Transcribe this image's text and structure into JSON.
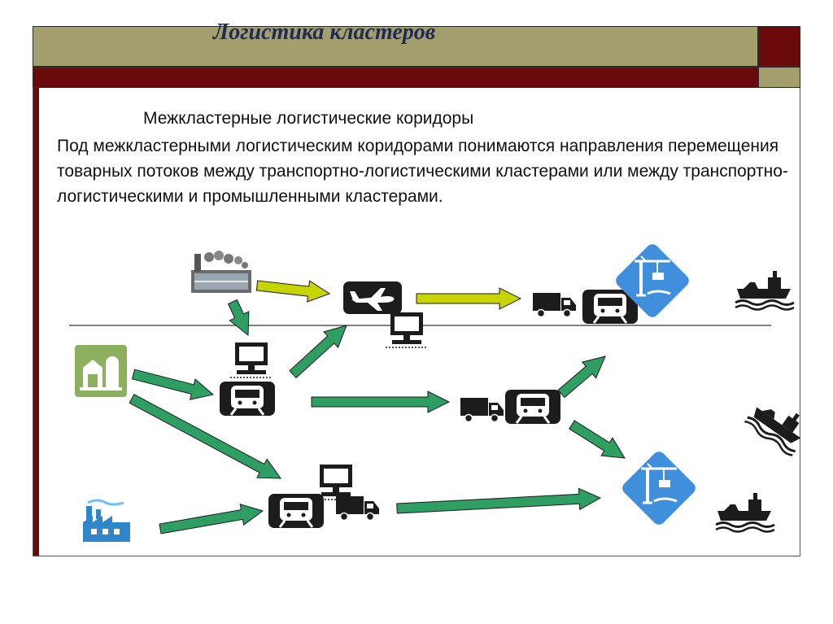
{
  "slide": {
    "title": "Логистика кластеров",
    "subtitle": "Межкластерные логистические коридоры",
    "body": "Под межкластерными логистическим коридорами понимаются направления перемещения товарных потоков между транспортно-логистическими кластерами или между транспортно-логистическими и промышленными кластерами."
  },
  "colors": {
    "title_bar": "#a39e6e",
    "accent_red": "#6b0a0a",
    "title_text": "#1f2b55",
    "arrow_green": "#2e9e63",
    "arrow_yellow": "#c8d400",
    "port_blue": "#3f8fdc",
    "farm_green": "#8cb05e",
    "factory_blue": "#2f86c8"
  },
  "diagram": {
    "nodes": [
      {
        "id": "factory-top",
        "icon": "industrial-plant-icon"
      },
      {
        "id": "farm",
        "icon": "farm-icon"
      },
      {
        "id": "factory-bottom",
        "icon": "factory-icon"
      },
      {
        "id": "air-hub",
        "icon": "airplane-icon"
      },
      {
        "id": "rail-hub-left",
        "icon": "train-icon"
      },
      {
        "id": "rail-hub-bottom",
        "icon": "train-icon"
      },
      {
        "id": "truck-rail-top",
        "icon": "truck-train-icon"
      },
      {
        "id": "truck-rail-middle",
        "icon": "truck-train-icon"
      },
      {
        "id": "port-top",
        "icon": "port-crane-icon"
      },
      {
        "id": "port-bottom",
        "icon": "port-crane-icon"
      },
      {
        "id": "ship-top",
        "icon": "ship-icon"
      },
      {
        "id": "ship-middle",
        "icon": "ship-icon"
      },
      {
        "id": "ship-bottom",
        "icon": "ship-icon"
      }
    ],
    "flows": [
      {
        "from": "factory-top",
        "to": "air-hub",
        "color": "yellow"
      },
      {
        "from": "air-hub",
        "to": "truck-rail-top",
        "color": "yellow"
      },
      {
        "from": "factory-top",
        "to": "rail-hub-left",
        "color": "green"
      },
      {
        "from": "farm",
        "to": "rail-hub-left",
        "color": "green"
      },
      {
        "from": "rail-hub-left",
        "to": "air-hub",
        "color": "green"
      },
      {
        "from": "farm",
        "to": "rail-hub-bottom",
        "color": "green"
      },
      {
        "from": "rail-hub-left",
        "to": "truck-rail-middle",
        "color": "green"
      },
      {
        "from": "truck-rail-middle",
        "to": "port-top",
        "color": "green"
      },
      {
        "from": "truck-rail-middle",
        "to": "port-bottom",
        "color": "green"
      },
      {
        "from": "factory-bottom",
        "to": "rail-hub-bottom",
        "color": "green"
      },
      {
        "from": "rail-hub-bottom",
        "to": "port-bottom",
        "color": "green"
      }
    ]
  }
}
